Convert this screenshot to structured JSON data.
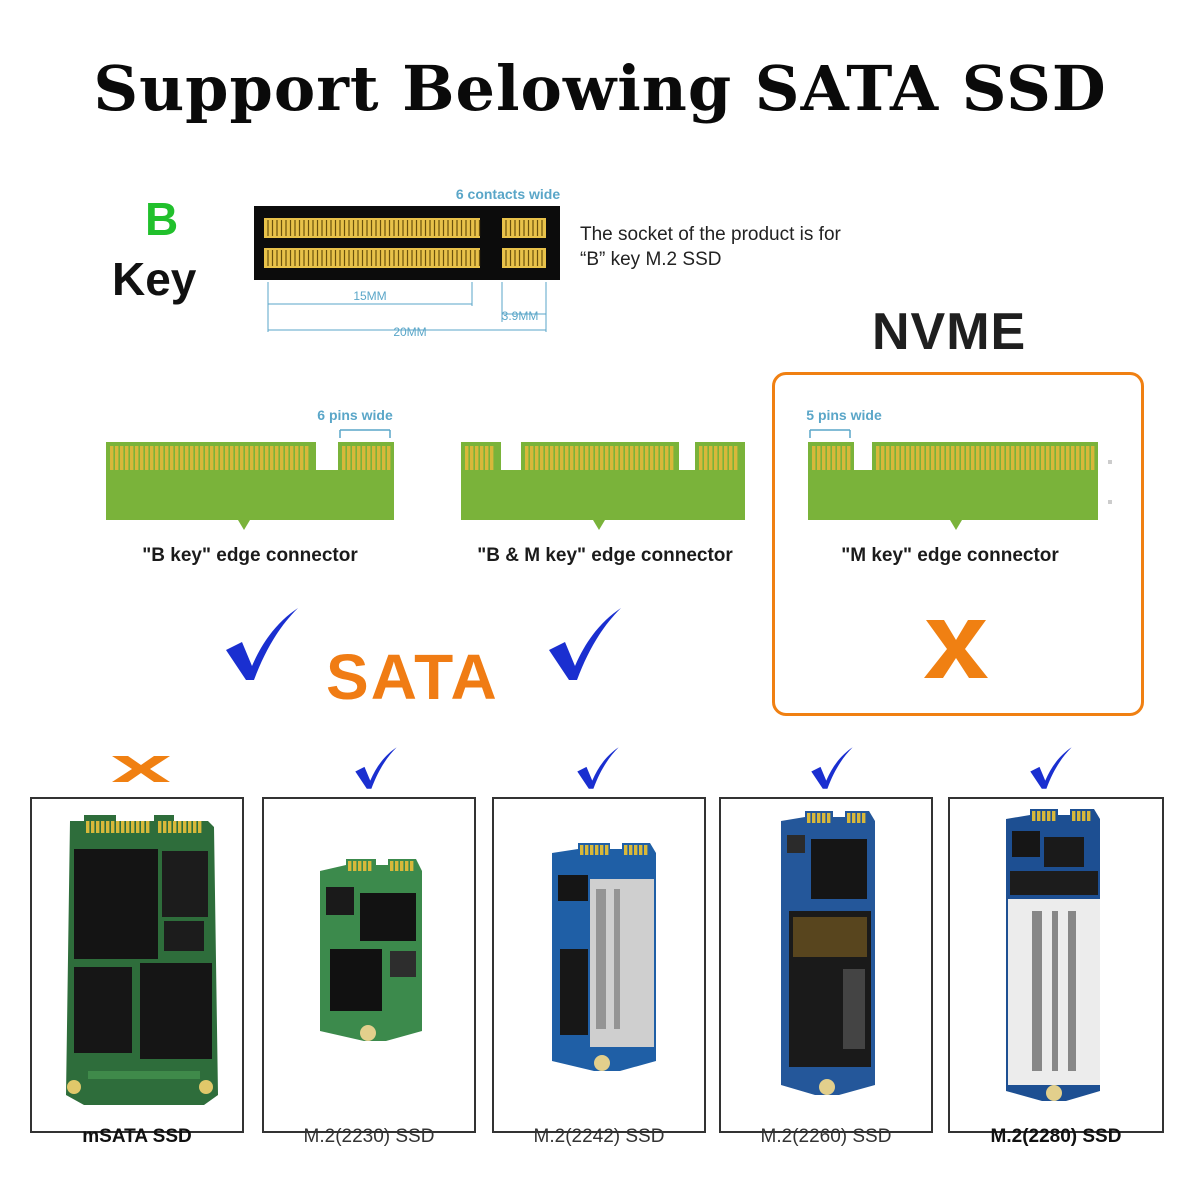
{
  "title": "Support Belowing SATA SSD",
  "bkey": {
    "letter": "B",
    "word": "Key",
    "contacts_label": "6 contacts wide",
    "dim_15": "15MM",
    "dim_39": "3.9MM",
    "dim_20": "20MM",
    "description_line1": "The socket of the product is for",
    "description_line2": "“B” key M.2 SSD"
  },
  "nvme_label": "NVME",
  "sata_label": "SATA",
  "edge_connectors": [
    {
      "caption": "\"B key\" edge connector",
      "pins_label": "6 pins wide",
      "supported": true
    },
    {
      "caption": "\"B & M key\" edge connector",
      "pins_label": "",
      "supported": true
    },
    {
      "caption": "\"M key\" edge connector",
      "pins_label": "5 pins wide",
      "supported": false
    }
  ],
  "ssds": [
    {
      "name": "mSATA SSD",
      "supported": false
    },
    {
      "name": "M.2(2230) SSD",
      "supported": true
    },
    {
      "name": "M.2(2242) SSD",
      "supported": true
    },
    {
      "name": "M.2(2260) SSD",
      "supported": true
    },
    {
      "name": "M.2(2280) SSD",
      "supported": true
    }
  ],
  "colors": {
    "accent_orange": "#f08012",
    "check_blue": "#1a2fd0",
    "key_green": "#21c02c",
    "pcb_green": "#7ab33a",
    "gold": "#d8b83a",
    "dimension_blue": "#5aa6c8"
  },
  "icons": {
    "supported": "checkmark-icon",
    "unsupported": "cross-icon"
  }
}
